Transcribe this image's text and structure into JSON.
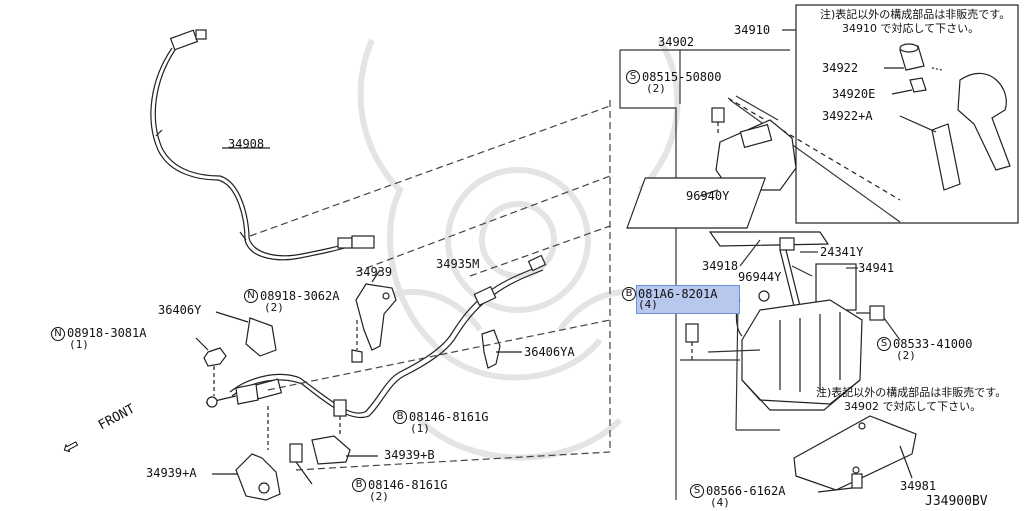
{
  "diagram_id": "J34900BV",
  "front_label": "FRONT",
  "notes": {
    "upper": [
      "注)表記以外の構成部品は非販売です。",
      "34910 で対応して下さい。"
    ],
    "lower": [
      "注)表記以外の構成部品は非販売です。",
      "34902 で対応して下さい。"
    ]
  },
  "labels": {
    "p34908": "34908",
    "p34939": "34939",
    "p34935M": "34935M",
    "p36406Y": "36406Y",
    "p36406YA": "36406YA",
    "p34939A": "34939+A",
    "p34939B": "34939+B",
    "p34902": "34902",
    "p34910": "34910",
    "p34922": "34922",
    "p34920E": "34920E",
    "p34922A": "34922+A",
    "p96940Y": "96940Y",
    "p34918": "34918",
    "p24341Y": "24341Y",
    "p96944Y": "96944Y",
    "p34941": "34941",
    "p34981": "34981"
  },
  "callouts": [
    {
      "key": "n1",
      "badge": "N",
      "part": "08918-3081A",
      "qty": "(1)"
    },
    {
      "key": "n2",
      "badge": "N",
      "part": "08918-3062A",
      "qty": "(2)"
    },
    {
      "key": "b1",
      "badge": "B",
      "part": "08146-8161G",
      "qty": "(1)"
    },
    {
      "key": "b2",
      "badge": "B",
      "part": "08146-8161G",
      "qty": "(2)"
    },
    {
      "key": "s1",
      "badge": "S",
      "part": "08515-50800",
      "qty": "(2)"
    },
    {
      "key": "b3",
      "badge": "B",
      "part": "081A6-8201A",
      "qty": "(4)"
    },
    {
      "key": "s2",
      "badge": "S",
      "part": "08533-41000",
      "qty": "(2)"
    },
    {
      "key": "s3",
      "badge": "S",
      "part": "08566-6162A",
      "qty": "(4)"
    }
  ]
}
